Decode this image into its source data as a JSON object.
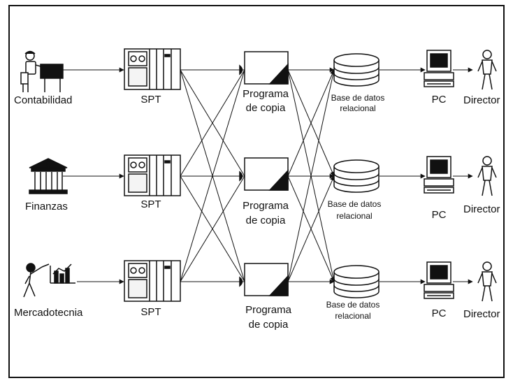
{
  "sources": [
    {
      "label": "Contabilidad",
      "icon": "accountant-at-desk-icon"
    },
    {
      "label": "Finanzas",
      "icon": "bank-building-icon"
    },
    {
      "label": "Mercadotecnia",
      "icon": "person-with-chart-icon"
    }
  ],
  "spt_label": "SPT",
  "copy_program": {
    "line1": "Programa",
    "line2": "de copia"
  },
  "database": {
    "line1": "Base de datos",
    "line2": "relacional"
  },
  "pc_label": "PC",
  "director_label": "Director",
  "colors": {
    "stroke": "#111111",
    "background": "#ffffff",
    "fill_dark": "#111111",
    "fill_light": "#f4f4f4"
  }
}
